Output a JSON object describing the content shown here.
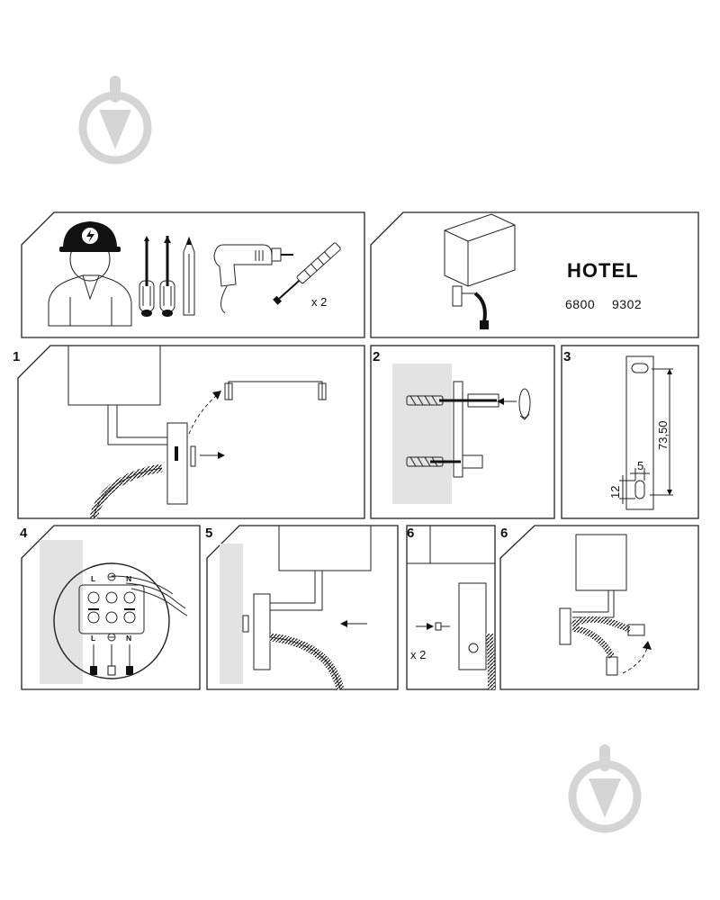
{
  "product": {
    "name": "HOTEL",
    "code_part1": "6800",
    "code_part2": "9302"
  },
  "steps": [
    "1",
    "2",
    "3",
    "4",
    "5",
    "6",
    "6"
  ],
  "quantities": {
    "dowels": "x 2",
    "screws": "x 2"
  },
  "dimensions": {
    "hole_spacing": "73,50",
    "slot_width": "5",
    "slot_height": "12"
  },
  "terminal_labels": {
    "live": "L",
    "neutral": "N"
  },
  "icons": [
    "electrician-icon",
    "screwdriver-icon",
    "drill-icon",
    "dowel-screw-icon",
    "ground-symbol-icon",
    "watermark-logo-icon"
  ]
}
